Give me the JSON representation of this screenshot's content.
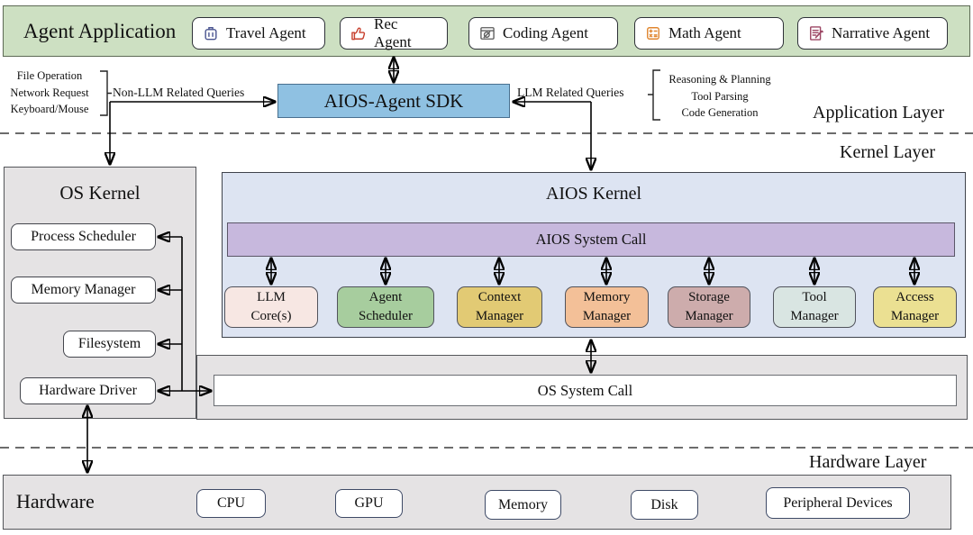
{
  "layers": {
    "application_label": "Application Layer",
    "kernel_label": "Kernel Layer",
    "hardware_label": "Hardware Layer"
  },
  "app_bar": {
    "title": "Agent Application",
    "agents": [
      {
        "label": "Travel Agent",
        "icon": "luggage-icon",
        "icon_color": "#4a5490"
      },
      {
        "label": "Rec Agent",
        "icon": "thumbs-up-icon",
        "icon_color": "#c8412f"
      },
      {
        "label": "Coding Agent",
        "icon": "code-window-icon",
        "icon_color": "#5a5a5a"
      },
      {
        "label": "Math Agent",
        "icon": "calculator-icon",
        "icon_color": "#e0862f"
      },
      {
        "label": "Narrative Agent",
        "icon": "document-pen-icon",
        "icon_color": "#9c4663"
      }
    ]
  },
  "sdk": {
    "label": "AIOS-Agent SDK"
  },
  "queries": {
    "non_llm_label": "Non-LLM Related Queries",
    "non_llm_items": [
      "File Operation",
      "Network Request",
      "Keyboard/Mouse"
    ],
    "llm_label": "LLM Related Queries",
    "llm_items": [
      "Reasoning & Planning",
      "Tool Parsing",
      "Code Generation"
    ]
  },
  "os_kernel": {
    "title": "OS Kernel",
    "modules": [
      "Process Scheduler",
      "Memory Manager",
      "Filesystem",
      "Hardware Driver"
    ]
  },
  "aios_kernel": {
    "title": "AIOS Kernel",
    "system_call": "AIOS System Call",
    "managers": [
      {
        "label": "LLM\nCore(s)",
        "color": "#f7e7e3"
      },
      {
        "label": "Agent\nScheduler",
        "color": "#a7cd9e"
      },
      {
        "label": "Context\nManager",
        "color": "#e2ca74"
      },
      {
        "label": "Memory\nManager",
        "color": "#f3c098"
      },
      {
        "label": "Storage\nManager",
        "color": "#cdacac"
      },
      {
        "label": "Tool\nManager",
        "color": "#d9e5e2"
      },
      {
        "label": "Access\nManager",
        "color": "#ebe092"
      }
    ]
  },
  "os_system_call": {
    "label": "OS System Call"
  },
  "hardware": {
    "title": "Hardware",
    "items": [
      "CPU",
      "GPU",
      "Memory",
      "Disk",
      "Peripheral Devices"
    ]
  },
  "colors": {
    "app_bar_bg": "#cde0c2",
    "sdk_bg": "#8fc1e2",
    "kernel_gray_bg": "#e5e3e4",
    "aios_kernel_bg": "#dde4f2",
    "aios_system_call_bg": "#c7b8dd",
    "arrow": "#000000"
  }
}
